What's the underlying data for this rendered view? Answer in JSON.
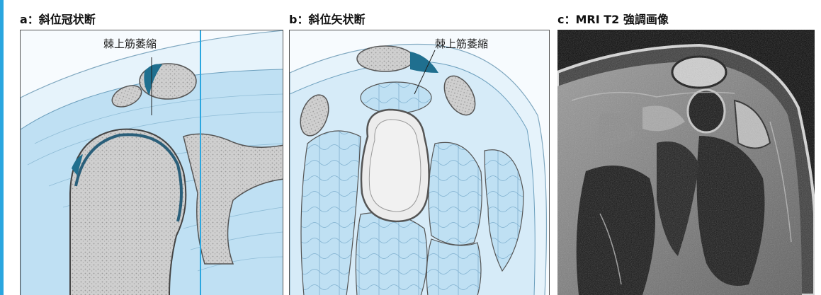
{
  "panels": {
    "a": {
      "caption": "a：斜位冠状断",
      "label": "棘上筋萎縮"
    },
    "b": {
      "caption": "b：斜位矢状断",
      "label": "棘上筋萎縮"
    },
    "c": {
      "caption": "c：MRI T2 強調画像"
    }
  },
  "colors": {
    "accent": "#2aa6df",
    "muscle": "#bfe0f3",
    "muscle_dark": "#1f6f8f",
    "bone": "#d2d2d2"
  }
}
